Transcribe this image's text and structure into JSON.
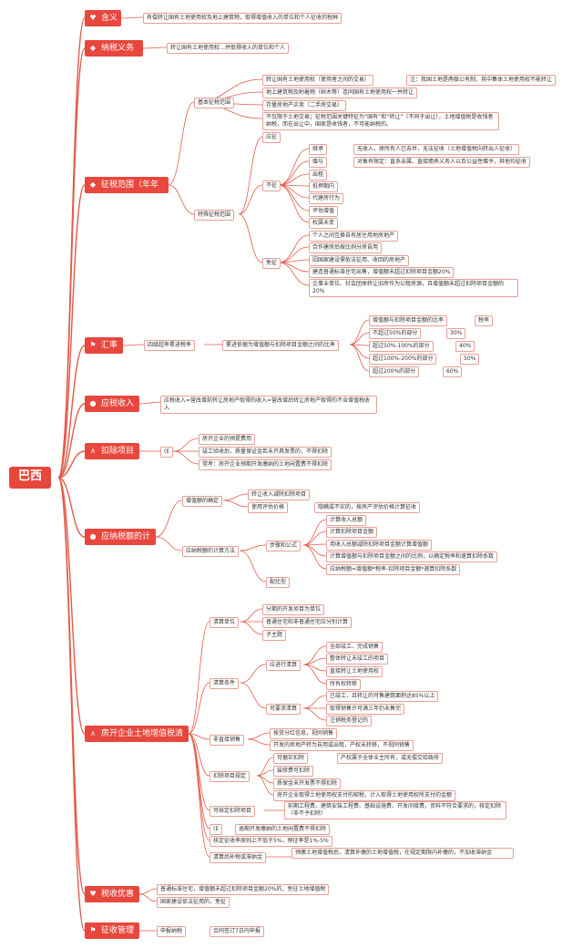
{
  "root": "巴西",
  "branches": {
    "hanyi": {
      "label": "含义",
      "icon": "heart-icon"
    },
    "nashui": {
      "label": "纳税义务人",
      "icon": "tag-icon"
    },
    "zhengshui": {
      "label": "征税范围（年年考）",
      "icon": "diamond-icon"
    },
    "huilv": {
      "label": "汇率",
      "icon": "flag-icon"
    },
    "yingshui": {
      "label": "应税收入",
      "icon": "coin-icon"
    },
    "kouchu": {
      "label": "扣除项目",
      "icon": "angle-icon"
    },
    "yingna": {
      "label": "应纳税额的计算",
      "icon": "coin-icon"
    },
    "qingsuan": {
      "label": "房开企业土地增值税清算",
      "icon": "angle-icon"
    },
    "youhui": {
      "label": "税收优惠",
      "icon": "heart-icon"
    },
    "guanli": {
      "label": "征收管理",
      "icon": "flag-icon"
    }
  },
  "texts": {
    "hanyi_1": "有偿转让国有土地使用权及地上建筑物，取得增值收入的单位和个人征收的税种",
    "nashui_1": "转让国有土地使用权…并取得收入的单位和个人",
    "zs_basic": "基本征税范围",
    "zs_b1": "转让国有土地使用权（使用者之间的交易）",
    "zs_b1n": "注：我国土地是两极公有制，其中集体土地使用权不能转让",
    "zs_b2": "地上建筑物及附着物（树木等）连同国有土地使用权一并转让",
    "zs_b3": "存量房地产买卖（二手房交易）",
    "zs_b4": "不仅限于土地交易；征税范围关键特征为“国有”和“转让”（不同于出让），土地增值税是收钱者纳税，而在出让中，国家是收钱者，不可能纳税的。",
    "zs_special": "特殊征税范围",
    "zs_yz": "应征",
    "zs_bz": "不征",
    "zs_bz1": "继承",
    "zs_bz1n": "无收入，原所有人已去世，无法征收（土地增值税向转出人征收）",
    "zs_bz2": "赠与",
    "zs_bz2n": "对象有限定：直系亲属、直接赡养义务人以及公益性赠予，其他均征收",
    "zs_bz3": "出租",
    "zs_bz4": "抵押期内",
    "zs_bz5": "代建房行为",
    "zs_bz6": "评估增值",
    "zs_bz7": "权属未变",
    "zs_mz": "免征",
    "zs_mz1": "个人之间互换自有居住用地房地产",
    "zs_mz2": "合作建房后按比例分房自用",
    "zs_mz3": "因国家建设需依法征用、收回的房地产",
    "zs_mz4": "建造普通标准住宅出售，增值额未超过扣除项目金额20%",
    "zs_mz5": "企事业单位、社会团体转让旧房作为公租房源，且增值额未超过扣除项目金额的20%",
    "hl_1": "四级超率累进税率",
    "hl_2": "累进依据为增值额与扣除项目金额之间的比率",
    "hl_h1": "增值额与扣除项目金额的比率",
    "hl_h2": "税率",
    "hl_r1": "不超过50%的部分",
    "hl_v1": "30%",
    "hl_r2": "超过50%-100%的部分",
    "hl_v2": "40%",
    "hl_r3": "超过100%-200%的部分",
    "hl_v3": "50%",
    "hl_r4": "超过200%的部分",
    "hl_v4": "60%",
    "ys_1": "应税收入=营改增前转让房地产取得的收入=营改增后转让房地产取得的不含增值税收入",
    "kc_1": "(E",
    "kc_a": "房开企业的预提费用",
    "kc_b": "竣工验收后，质量保证金若未开具发票的，不得扣除",
    "kc_c": "常考：房开企业预期开发缴纳的土地闲置费不得扣除",
    "yn_1": "增值额的确定",
    "yn_1a": "转让收入减除扣除项目",
    "yn_1b": "使用评估价格",
    "yn_1bn": "隐瞒或不实的，按房产评估价格计算征收",
    "yn_2": "应纳税额的计算方法",
    "yn_2a": "步骤和公式",
    "yn_s1": "计算收入总额",
    "yn_s2": "计算扣除项目金额",
    "yn_s3": "用收入总额减除扣除项目金额计算增值额",
    "yn_s4": "计算增值额与扣除项目金额之间的比例，以确定税率和速算扣除系数",
    "yn_s5": "应纳税额=增值额*税率-扣除项目金额*速算扣除系数",
    "yn_2b": "配比型",
    "qs_dw": "清算单位",
    "qs_dw1": "分期的开发项目为单位",
    "qs_dw2": "普通住宅和非普通住宅应分别计算",
    "qs_dw3": "子主题",
    "qs_tj": "清算条件",
    "qs_yj": "应进行清算",
    "qs_yj1": "全部竣工、完成销售",
    "qs_yj2": "整体转让未竣工的项目",
    "qs_yj3": "直接转让土地使用权",
    "qs_yq": "可要求清算",
    "qs_yq0": "所有权转移",
    "qs_yq1": "已竣工，且转让的可售建筑面积达85%以上",
    "qs_yq2": "取得销售许可满三年仍未售完",
    "qs_yq3": "注销税务登记的",
    "qs_fq": "非直接销售",
    "qs_fq1": "按货分红信息，视同销售",
    "qs_fq2": "开发的房地产转为自用或出租，产权未转移，不视同销售",
    "qs_kc": "扣除项目规定",
    "qs_kc1": "可据实扣除",
    "qs_kc1n": "产权属于全体业主所有，或无偿交给政府",
    "qs_kc2": "装修费可扣除",
    "qs_kc3": "质保金未开发票不得扣除",
    "qs_kc4": "房开企业取得土地使用权支付的契税，计入取得土地使用权所支付的金额",
    "qs_hd": "可核定扣除项目",
    "qs_hd1": "前期工程费、建筑安装工程费、基础设施费、开发间接费，资料不符合要求的，核定扣除（非不予扣除）",
    "qs_e": "(E",
    "qs_e1": "逾期开发缴纳的土地闲置费不得扣除",
    "qs_hdl": "核定征收率原则上不低于5%，预征率是1%-5%",
    "qs_bs": "清算后补税或滞纳金",
    "qs_bs1": "预缴土地增值税后，清算补缴的土地增值税，在规定期限内补缴的，不加收滞纳金",
    "yh_1": "普通标准住宅，增值额未超过扣除项目金额20%的，免征土地增值税",
    "yh_2": "国家建设依法征用的，免征",
    "gl_1": "申报纳税",
    "gl_1a": "合同签订7日内申报"
  },
  "colors": {
    "line": "#e25b4a",
    "node_border": "#e7a096",
    "branch": "#e8473d",
    "root": "#e8473d"
  }
}
